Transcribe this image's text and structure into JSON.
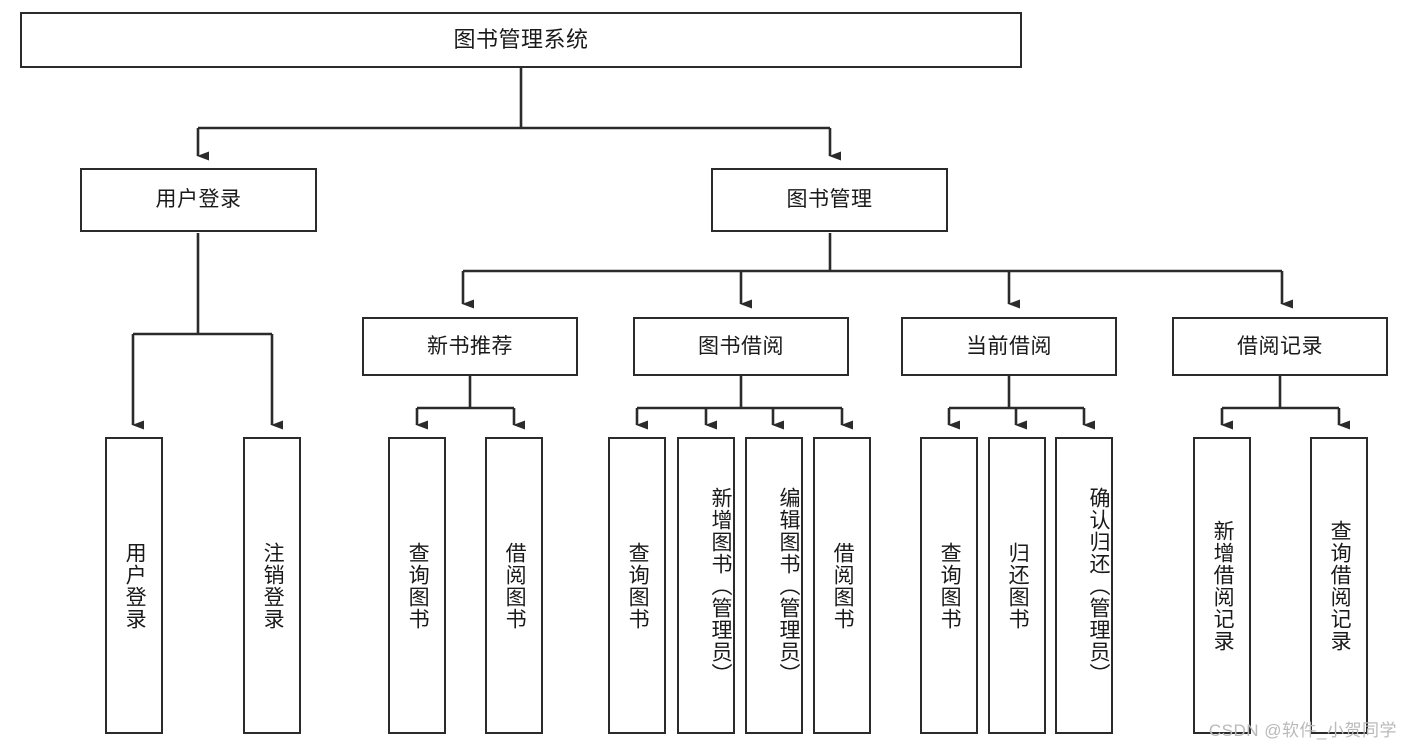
{
  "diagram": {
    "type": "hierarchy-tree",
    "title": "图书管理系统",
    "watermark": "CSDN @软件_小贺同学",
    "colors": {
      "box_border": "#2b2b2b",
      "box_fill": "#ffffff",
      "text": "#1a1a1a",
      "edge": "#2b2b2b",
      "watermark": "#b9b9b9",
      "background": "#ffffff"
    },
    "levels": {
      "root": {
        "label": "图书管理系统"
      },
      "level2": [
        {
          "id": "user-login",
          "label": "用户登录"
        },
        {
          "id": "book-management",
          "label": "图书管理"
        }
      ],
      "level3": [
        {
          "id": "new-book-recommend",
          "label": "新书推荐"
        },
        {
          "id": "book-borrow",
          "label": "图书借阅"
        },
        {
          "id": "current-borrow",
          "label": "当前借阅"
        },
        {
          "id": "borrow-record",
          "label": "借阅记录"
        }
      ],
      "level4": {
        "user-login": [
          {
            "id": "leaf-user-login",
            "label": "用户登录"
          },
          {
            "id": "leaf-logout-login",
            "label": "注销登录"
          }
        ],
        "new-book-recommend": [
          {
            "id": "leaf-query-book-1",
            "label": "查询图书"
          },
          {
            "id": "leaf-borrow-book-1",
            "label": "借阅图书"
          }
        ],
        "book-borrow": [
          {
            "id": "leaf-query-book-2",
            "label": "查询图书"
          },
          {
            "id": "leaf-add-book",
            "label": "新增图书（管理员）"
          },
          {
            "id": "leaf-edit-book",
            "label": "编辑图书（管理员）"
          },
          {
            "id": "leaf-borrow-book-2",
            "label": "借阅图书"
          }
        ],
        "current-borrow": [
          {
            "id": "leaf-query-book-3",
            "label": "查询图书"
          },
          {
            "id": "leaf-return-book",
            "label": "归还图书"
          },
          {
            "id": "leaf-confirm-return",
            "label": "确认归还（管理员）"
          }
        ],
        "borrow-record": [
          {
            "id": "leaf-add-record",
            "label": "新增借阅记录"
          },
          {
            "id": "leaf-query-record",
            "label": "查询借阅记录"
          }
        ]
      }
    }
  }
}
